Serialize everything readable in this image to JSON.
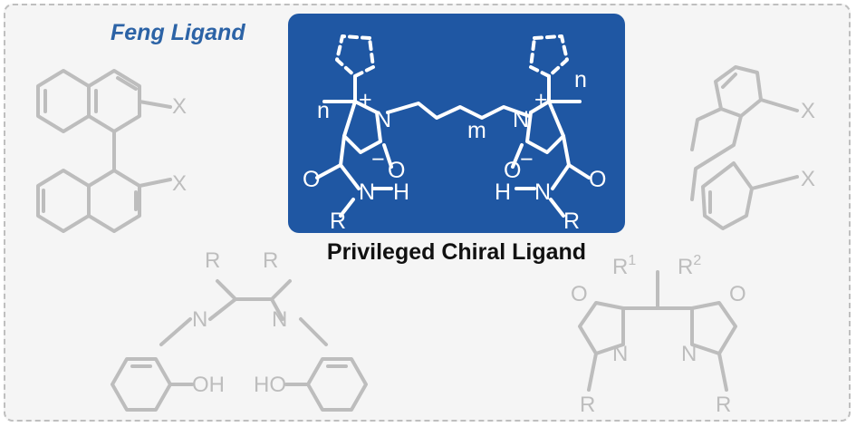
{
  "title": "Feng Ligand",
  "caption": "Privileged Chiral Ligand",
  "colors": {
    "accent_blue": "#1f57a3",
    "title_blue": "#2c63a6",
    "ghost_grey": "#bdbdbd",
    "frame_fill": "#f5f5f5"
  },
  "feng": {
    "n": "n",
    "m": "m",
    "plus": "+",
    "N": "N",
    "O": "O",
    "minus": "−",
    "H": "H",
    "R": "R"
  },
  "binol": {
    "X": "X"
  },
  "spiro": {
    "X": "X"
  },
  "salen": {
    "R": "R",
    "N": "N",
    "OH": "OH",
    "HO": "HO"
  },
  "box": {
    "R1": "R",
    "sup1": "1",
    "R2": "R",
    "sup2": "2",
    "O": "O",
    "N": "N",
    "R": "R"
  }
}
